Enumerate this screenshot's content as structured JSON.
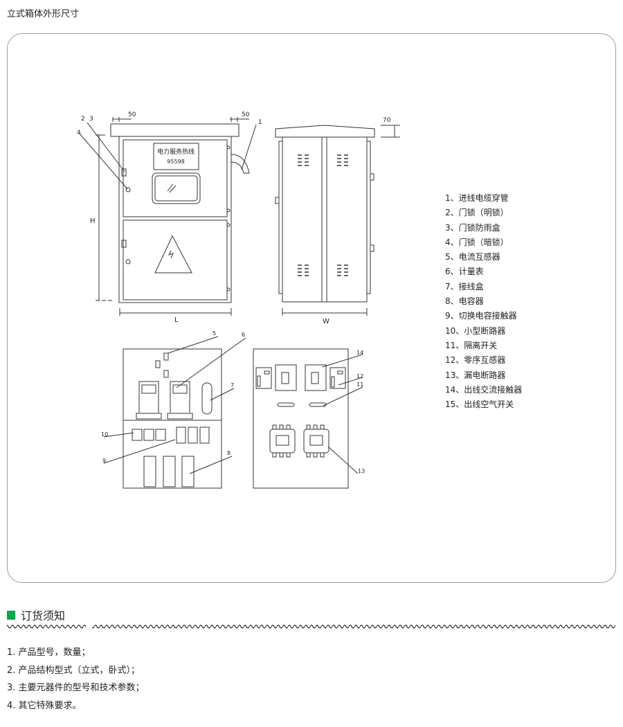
{
  "title": "立式箱体外形尺寸",
  "drawing": {
    "sign_line1": "电力服务热线",
    "sign_line2": "95598",
    "dim_50_left": "50",
    "dim_50_right": "50",
    "dim_70": "70",
    "dim_H": "H",
    "dim_L": "L",
    "dim_W": "W",
    "callouts": [
      "1",
      "2",
      "3",
      "4",
      "5",
      "6",
      "7",
      "8",
      "9",
      "10",
      "11",
      "12",
      "13",
      "14"
    ]
  },
  "legend": [
    "1、进线电缆穿管",
    "2、门锁（明锁）",
    "3、门锁防雨盒",
    "4、门锁（暗锁）",
    "5、电流互感器",
    "6、计量表",
    "7、接线盒",
    "8、电容器",
    "9、切换电容接触器",
    "10、小型断路器",
    "11、隔离开关",
    "12、零序互感器",
    "13、漏电断路器",
    "14、出线交流接触器",
    "15、出线空气开关"
  ],
  "order_section": {
    "heading": "订货须知",
    "accent": "#0aa84a",
    "items": [
      "1. 产品型号，数量；",
      "2. 产品结构型式（立式，卧式）；",
      "3. 主要元器件的型号和技术参数；",
      "4. 其它特殊要求。"
    ]
  }
}
